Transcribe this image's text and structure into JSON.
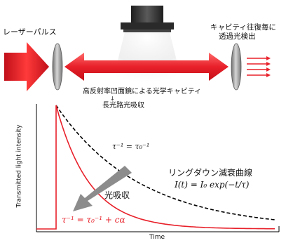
{
  "top": {
    "laser_label": "レーザーパルス",
    "detector_label_line1": "キャビティ往復毎に",
    "detector_label_line2": "透過光検出",
    "cavity_line1": "高反射率凹面鏡による光学キャビティ",
    "cavity_arrow": "↓",
    "cavity_line2": "長光路光吸収"
  },
  "chart": {
    "ylabel": "Transmitted light intensity",
    "xlabel": "Time",
    "tau_top": "τ⁻¹ = τ₀⁻¹",
    "tau_bottom": "τ⁻¹ = τ₀⁻¹ + cα",
    "absorption_label": "光吸収",
    "ringdown_title": "リングダウン減衰曲線",
    "ringdown_formula": "I(t) = I₀ exp(−t/τ)"
  },
  "chart_data": {
    "type": "line",
    "xlabel": "Time",
    "ylabel": "Transmitted light intensity",
    "series": [
      {
        "style": "dashed",
        "color": "#000000"
      },
      {
        "style": "solid",
        "color": "#e8202a"
      }
    ]
  },
  "colors": {
    "laser_red": "#e8202a",
    "mirror_gray": "#8a8a8a",
    "objective_dark": "#333333",
    "arrow_gray": "#8c8c8c"
  }
}
